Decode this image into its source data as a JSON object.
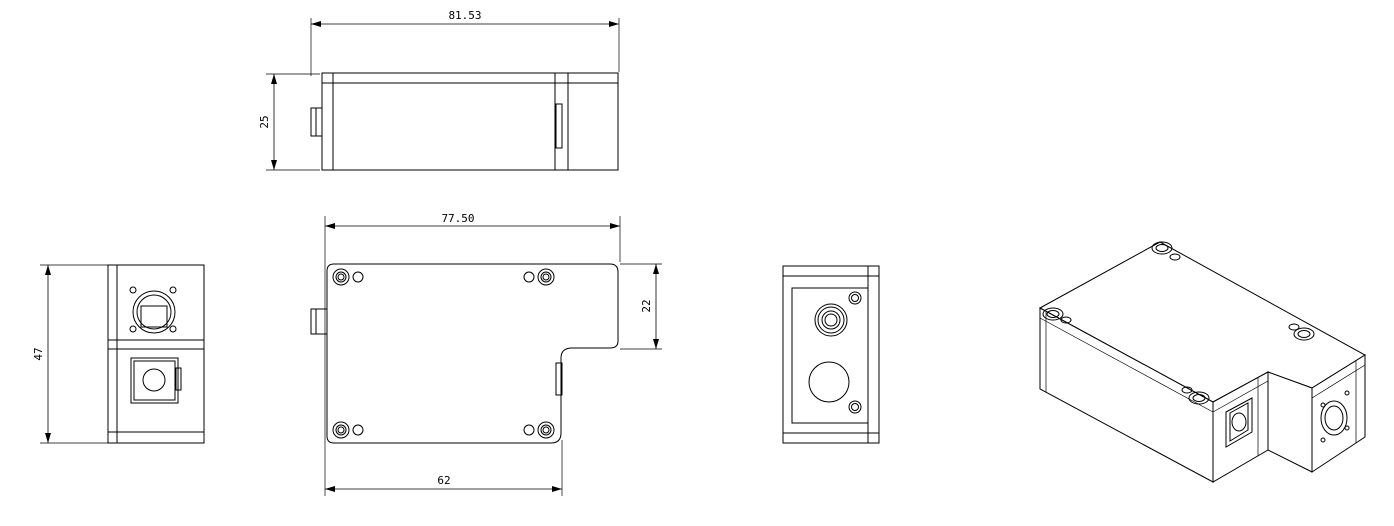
{
  "dimensions": {
    "top_width": "81.53",
    "top_height": "25",
    "front_width": "77.50",
    "front_step_height": "22",
    "front_bottom_width": "62",
    "side_height": "47"
  },
  "icons": {
    "views": [
      "top-view",
      "left-side-view",
      "front-view",
      "right-side-view",
      "isometric-view"
    ]
  }
}
